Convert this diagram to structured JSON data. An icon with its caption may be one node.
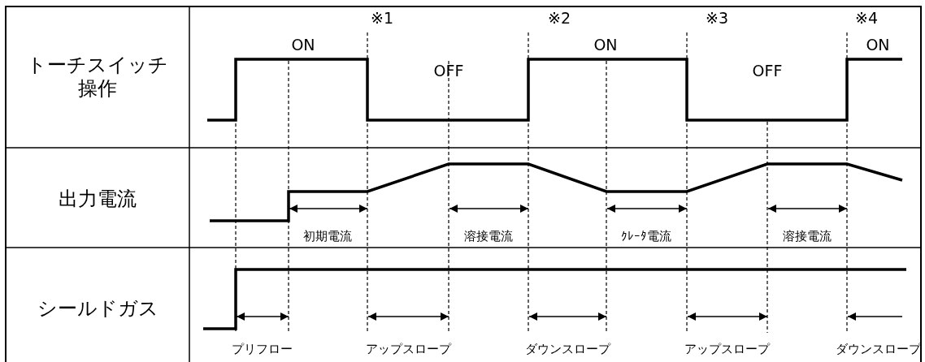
{
  "diagram": {
    "labels": [
      "トーチスイッチ操作",
      "※1",
      "※2",
      "※3",
      "※4",
      "ON",
      "ON",
      "ON",
      "OFF",
      "OFF",
      "出力電流",
      "初期電流",
      "溶接電流",
      "ｸﾚｰﾀ電流",
      "溶接電流",
      "シールドガス",
      "プリフロー",
      "アップスロープ",
      "ダウンスロープ",
      "アップスロープ",
      "ダウンスロープ"
    ]
  }
}
